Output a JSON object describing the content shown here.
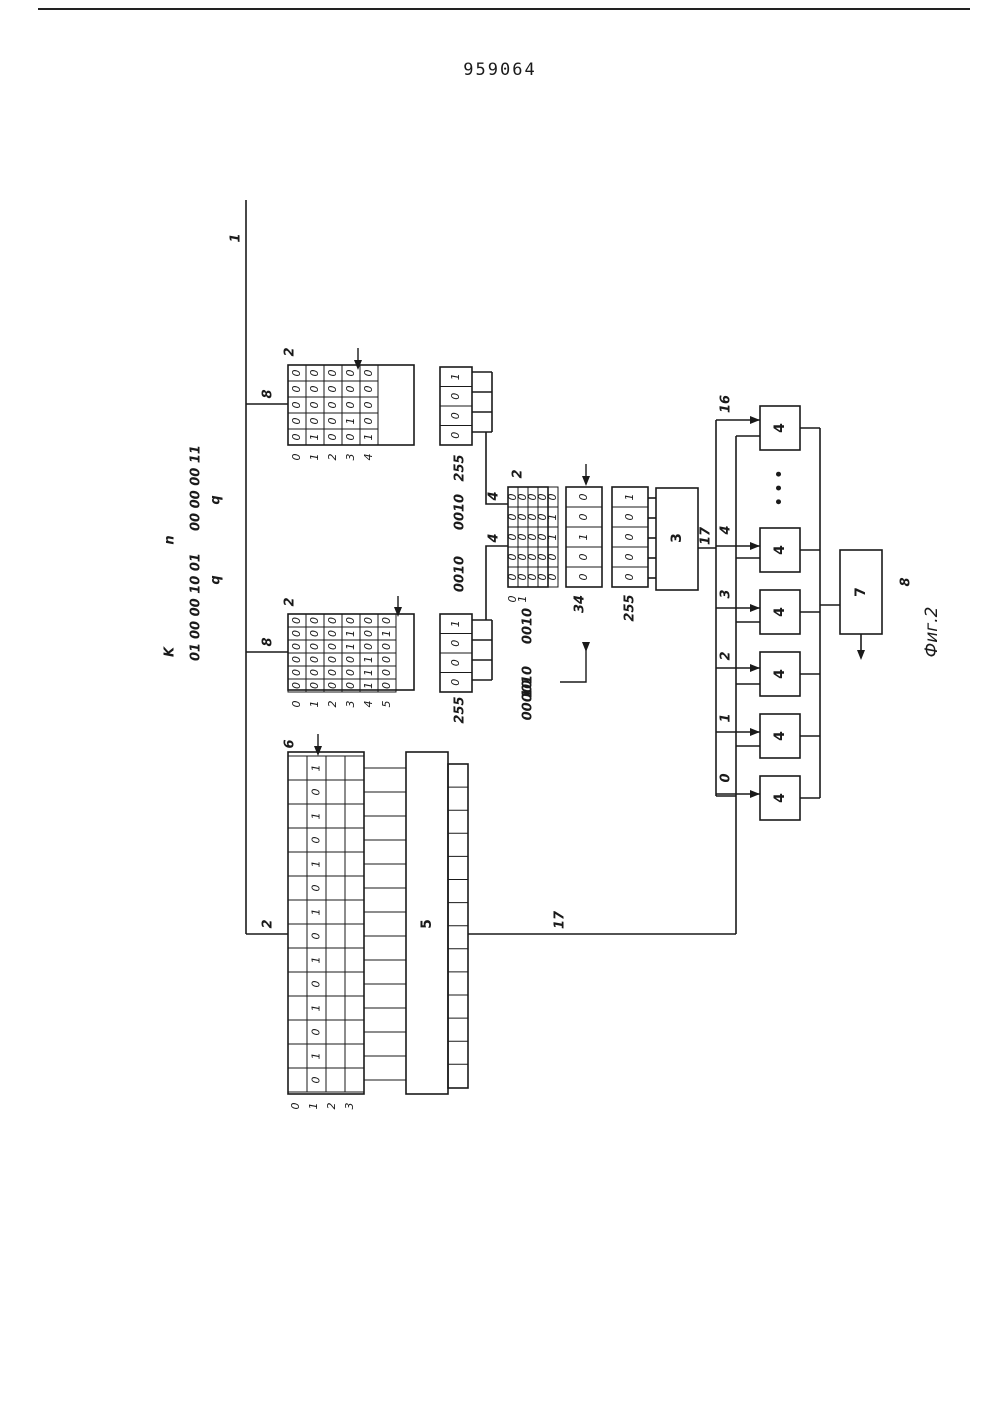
{
  "header": {
    "patent_number": "959064"
  },
  "figure": {
    "caption": "Фиг.2"
  },
  "labels": {
    "bus": "1",
    "n8_a": "8",
    "n8_b": "8",
    "n2_bus": "2",
    "n17_bus": "17",
    "mem_a": "2",
    "mem_b": "2",
    "mem_c": "2",
    "mem_left": "6",
    "mem_a_end": "255",
    "mem_b_end": "255",
    "mem_c_end": "255",
    "mem_c_mid": "34",
    "n4_a": "4",
    "n4_b": "4",
    "n17_out": "17",
    "blk3": "3",
    "blk5": "5",
    "blk7": "7",
    "out_8": "8",
    "fan_16": "16",
    "fan_4": "4",
    "fan_3": "3",
    "fan_2": "2",
    "fan_1": "1",
    "fan_0": "0",
    "dots": "• • •",
    "k": "K",
    "k01": "01",
    "n_lbl": "n",
    "q1": "q",
    "q2": "q",
    "grp1": "00 00 10 01",
    "grp2": "00 00 00 11",
    "ptr_a": "0010",
    "ptr_b": "0010",
    "ann1": "0010",
    "ann2": "0010",
    "ann3": "00 10"
  },
  "memory_a": {
    "index": [
      "0",
      "1",
      "2",
      "3",
      "4"
    ],
    "rows": [
      [
        "0",
        "0",
        "0",
        "0",
        "0"
      ],
      [
        "0",
        "0",
        "0",
        "0",
        "1"
      ],
      [
        "0",
        "0",
        "0",
        "0",
        "0"
      ],
      [
        "0",
        "0",
        "0",
        "1",
        "0"
      ],
      [
        "0",
        "0",
        "0",
        "0",
        "1"
      ]
    ]
  },
  "memory_a_last": [
    "1",
    "0",
    "0",
    "0"
  ],
  "memory_b": {
    "index": [
      "0",
      "1",
      "2",
      "3",
      "4",
      "5"
    ],
    "rows": [
      [
        "0",
        "0",
        "0",
        "0",
        "0",
        "0"
      ],
      [
        "0",
        "0",
        "0",
        "0",
        "0",
        "0"
      ],
      [
        "0",
        "0",
        "0",
        "0",
        "0",
        "0"
      ],
      [
        "0",
        "1",
        "1",
        "0",
        "0",
        "0"
      ],
      [
        "0",
        "0",
        "0",
        "1",
        "1",
        "1"
      ],
      [
        "0",
        "1",
        "0",
        "0",
        "0",
        "0"
      ]
    ]
  },
  "memory_b_last": [
    "1",
    "0",
    "0",
    "0"
  ],
  "memory_c": {
    "index": [
      "0",
      "1"
    ],
    "rows": [
      [
        "0",
        "0",
        "0",
        "0",
        "0"
      ],
      [
        "0",
        "0",
        "0",
        "0",
        "0"
      ],
      [
        "0",
        "0",
        "0",
        "0",
        "0"
      ],
      [
        "0",
        "0",
        "0",
        "0",
        "0"
      ],
      [
        "0",
        "1",
        "1",
        "0",
        "0"
      ]
    ]
  },
  "memory_c_mid": [
    "0",
    "0",
    "1",
    "0",
    "0"
  ],
  "memory_c_last": [
    "1",
    "0",
    "0",
    "0",
    "0"
  ],
  "memory_left": {
    "index": [
      "0",
      "1",
      "2",
      "3"
    ],
    "col_values": [
      "1",
      "0",
      "1",
      "0",
      "1",
      "0",
      "1",
      "0",
      "1",
      "0",
      "1",
      "0",
      "1",
      "0"
    ]
  },
  "blocks_4": [
    "4",
    "4",
    "4",
    "4",
    "4",
    "4"
  ]
}
